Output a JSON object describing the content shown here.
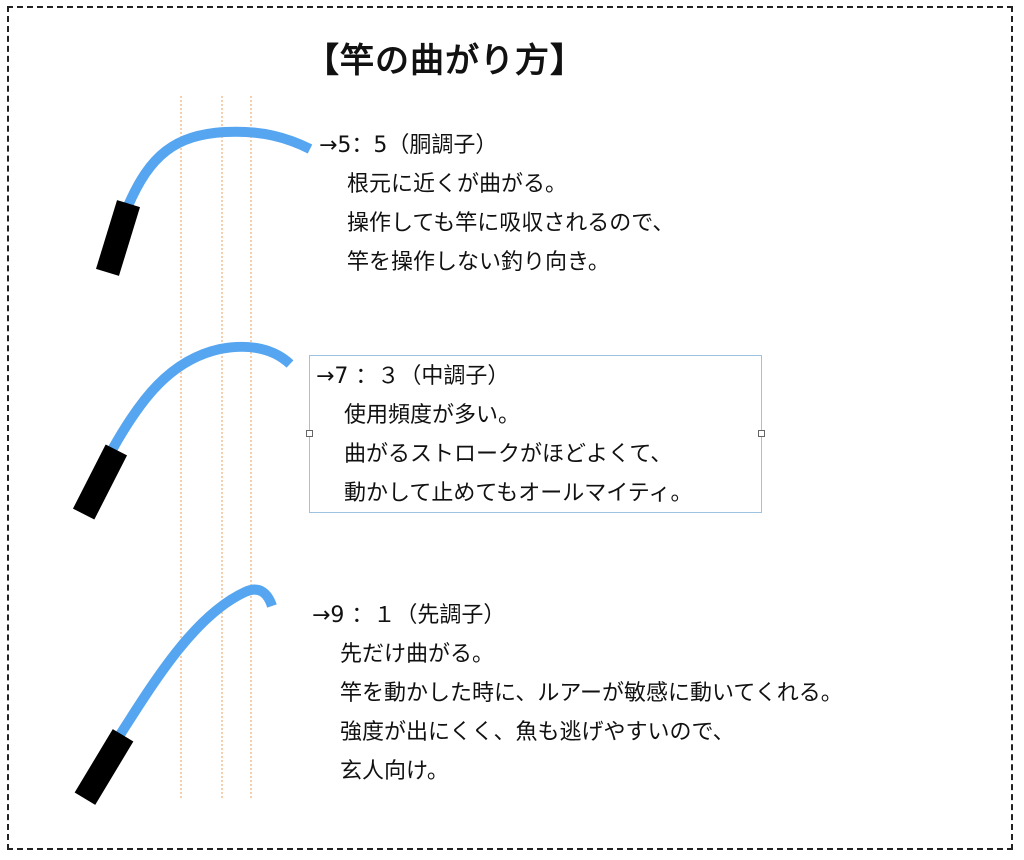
{
  "title": "【竿の曲がり方】",
  "colors": {
    "rod": "#55a5f0",
    "grip": "#000000",
    "guide": "#e8a060",
    "selection": "#9ec3e0"
  },
  "rods": [
    {
      "heading": "→5：5（胴調子）",
      "lines": [
        "根元に近くが曲がる。",
        "操作しても竿に吸収されるので、",
        "竿を操作しない釣り向き。"
      ]
    },
    {
      "heading": "→7 ：３（中調子）",
      "lines": [
        "使用頻度が多い。",
        "曲がるストロークがほどよくて、",
        "動かして止めてもオールマイティ。"
      ]
    },
    {
      "heading": "→9 ：１（先調子）",
      "lines": [
        "先だけ曲がる。",
        "竿を動かした時に、ルアーが敏感に動いてくれる。",
        "強度が出にくく、魚も逃げやすいので、",
        "玄人向け。"
      ]
    }
  ]
}
